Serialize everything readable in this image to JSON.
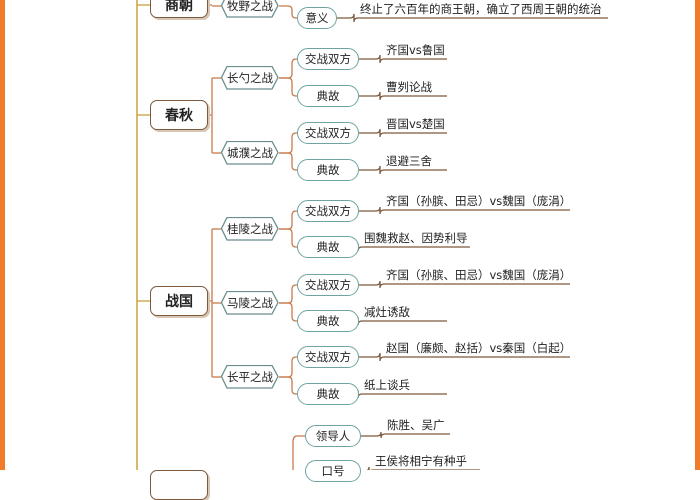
{
  "dynasties": [
    {
      "id": "shang",
      "label": "商朝"
    },
    {
      "id": "chunqiu",
      "label": "春秋"
    },
    {
      "id": "zhanguo",
      "label": "战国"
    },
    {
      "id": "qin",
      "label": ""
    }
  ],
  "battles": [
    {
      "id": "muye",
      "label": "牧野之战"
    },
    {
      "id": "changshao",
      "label": "长勺之战"
    },
    {
      "id": "chengpu",
      "label": "城濮之战"
    },
    {
      "id": "guiling",
      "label": "桂陵之战"
    },
    {
      "id": "maling",
      "label": "马陵之战"
    },
    {
      "id": "changping",
      "label": "长平之战"
    }
  ],
  "pills": [
    {
      "id": "muye-yiyi",
      "label": "意义"
    },
    {
      "id": "cs-sides",
      "label": "交战双方"
    },
    {
      "id": "cs-story",
      "label": "典故"
    },
    {
      "id": "cp-sides",
      "label": "交战双方"
    },
    {
      "id": "cp-story",
      "label": "典故"
    },
    {
      "id": "gl-sides",
      "label": "交战双方"
    },
    {
      "id": "gl-story",
      "label": "典故"
    },
    {
      "id": "ml-sides",
      "label": "交战双方"
    },
    {
      "id": "ml-story",
      "label": "典故"
    },
    {
      "id": "cpg-sides",
      "label": "交战双方"
    },
    {
      "id": "cpg-story",
      "label": "典故"
    },
    {
      "id": "qin-leader",
      "label": "领导人"
    },
    {
      "id": "qin-slogan",
      "label": "口号"
    }
  ],
  "leaves": [
    {
      "id": "muye-yiyi-text",
      "text": "终止了六百年的商王朝，确立了西周王朝的统治"
    },
    {
      "id": "cs-sides-text",
      "text": "齐国vs鲁国"
    },
    {
      "id": "cs-story-text",
      "text": "曹刿论战"
    },
    {
      "id": "cp-sides-text",
      "text": "晋国vs楚国"
    },
    {
      "id": "cp-story-text",
      "text": "退避三舍"
    },
    {
      "id": "gl-sides-text",
      "text": "齐国（孙膑、田忌）vs魏国（庞涓）"
    },
    {
      "id": "gl-story-text",
      "text": "围魏救赵、因势利导"
    },
    {
      "id": "ml-sides-text",
      "text": "齐国（孙膑、田忌）vs魏国（庞涓）"
    },
    {
      "id": "ml-story-text",
      "text": "减灶诱敌"
    },
    {
      "id": "cpg-sides-text",
      "text": "赵国（廉颇、赵括）vs秦国（白起）"
    },
    {
      "id": "cpg-story-text",
      "text": "纸上谈兵"
    },
    {
      "id": "qin-leader-text",
      "text": "陈胜、吴广"
    },
    {
      "id": "qin-slogan-text",
      "text": "王侯将相宁有种乎"
    }
  ],
  "colors": {
    "frame": "#f07c2a",
    "spine": "#c8a23a",
    "dynasty_border": "#7d5a3c",
    "battle_border": "#6a8e8e",
    "pill_border": "#6fa3a0",
    "leaf_line": "#7d5a3c",
    "branch_line": "#c87a4a"
  }
}
